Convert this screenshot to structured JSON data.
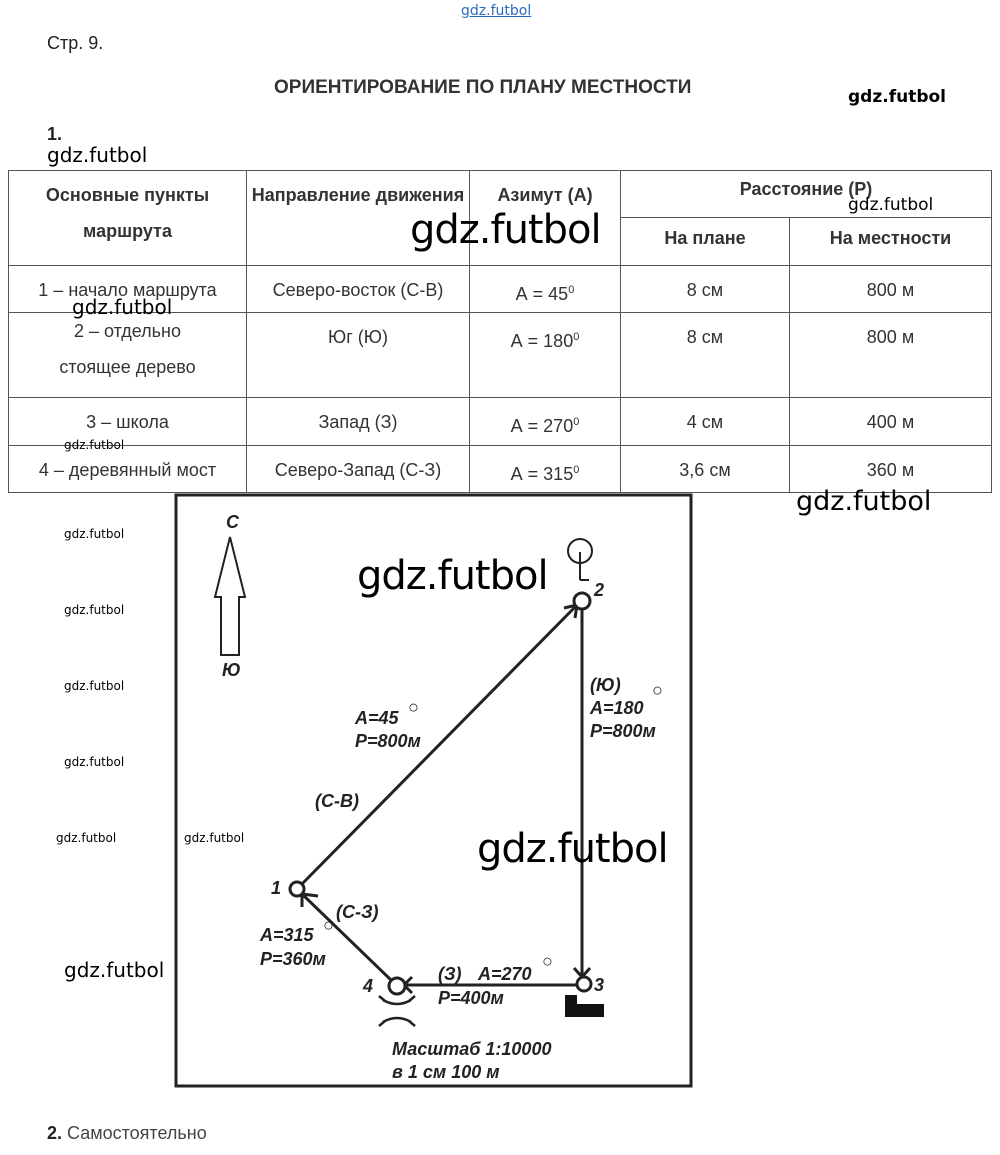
{
  "page": {
    "label": "Стр. 9.",
    "title": "ОРИЕНТИРОВАНИЕ ПО ПЛАНУ МЕСТНОСТИ",
    "task1": "1.",
    "task2_num": "2.",
    "task2_text": "Самостоятельно"
  },
  "watermark": "gdz.futbol",
  "table": {
    "headers": {
      "points": "Основные пункты маршрута",
      "direction": "Направление движения",
      "azimuth": "Азимут (А)",
      "distance": "Расстояние (Р)",
      "on_plan": "На плане",
      "on_ground": "На местности"
    },
    "rows": [
      {
        "point": "1 – начало маршрута",
        "direction": "Северо-восток (С-В)",
        "azimuth": "А = 45",
        "plan": "8 см",
        "ground": "800 м"
      },
      {
        "point": "2 – отдельно стоящее дерево",
        "direction": "Юг (Ю)",
        "azimuth": "А = 180",
        "plan": "8 см",
        "ground": "800 м"
      },
      {
        "point": "3 – школа",
        "direction": "Запад (З)",
        "azimuth": "А = 270",
        "plan": "4 см",
        "ground": "400 м"
      },
      {
        "point": "4 – деревянный мост",
        "direction": "Северо-Запад (С-З)",
        "azimuth": "А = 315",
        "plan": "3,6 см",
        "ground": "360 м"
      }
    ],
    "degree": "0"
  },
  "map": {
    "north": "С",
    "south": "Ю",
    "points": [
      "1",
      "2",
      "3",
      "4"
    ],
    "seg12": {
      "dir": "(С-В)",
      "az": "А=45",
      "dist": "Р=800м"
    },
    "seg23": {
      "dir": "(Ю)",
      "az": "А=180",
      "dist": "Р=800м"
    },
    "seg34": {
      "dir": "(З)",
      "az": "А=270",
      "dist": "Р=400м"
    },
    "seg41": {
      "dir": "(С-З)",
      "az": "А=315",
      "dist": "Р=360м"
    },
    "deg": "○",
    "scale": "Масштаб 1:10000",
    "scale_note": "в 1 см 100 м"
  }
}
